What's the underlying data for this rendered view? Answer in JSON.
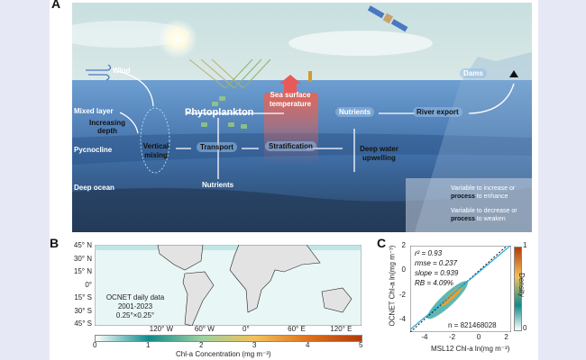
{
  "panels": {
    "a": "A",
    "b": "B",
    "c": "C"
  },
  "panel_a": {
    "wind": "Wind",
    "mixed_layer": "Mixed layer",
    "increasing_depth": "Increasing depth",
    "pycnocline": "Pycnocline",
    "deep_ocean": "Deep ocean",
    "vertical_mixing": "Vertical mixing",
    "phytoplankton": "Phytoplankton",
    "sst": "Sea surface temperature",
    "nutrients_top": "Nutrients",
    "river_export": "River export",
    "dams": "Dams",
    "transport": "Transport",
    "stratification": "Stratification",
    "deep_upwelling": "Deep water upwelling",
    "nutrients_bottom": "Nutrients",
    "legend": {
      "inc_var": "Variable",
      "inc_rest": " to increase or",
      "inc_proc": "process",
      "inc_rest2": " to enhance",
      "dec_var": "Variable",
      "dec_rest": " to decrease or",
      "dec_proc": "process",
      "dec_rest2": " to weaken"
    }
  },
  "panel_b": {
    "lat_ticks": [
      "45° N",
      "30° N",
      "15° N",
      "0°",
      "15° S",
      "30° S",
      "45° S"
    ],
    "lon_ticks": [
      "120° W",
      "60° W",
      "0°",
      "60° E",
      "120° E"
    ],
    "annotation": [
      "OCNET daily data",
      "2001-2023",
      "0.25°×0.25°"
    ],
    "colorbar_ticks": [
      "0",
      "1",
      "2",
      "3",
      "4",
      "5"
    ],
    "colorbar_label": "Chl-a Concentration (mg m⁻³)"
  },
  "chart_data": {
    "type": "scatter",
    "title": "",
    "xlabel": "MSL12 Chl-a ln(mg m⁻³)",
    "ylabel": "OCNET Chl-a ln(mg m⁻³)",
    "xlim": [
      -5,
      2.3
    ],
    "ylim": [
      -5,
      2
    ],
    "xticks": [
      "-4",
      "-2",
      "0",
      "2"
    ],
    "yticks": [
      "2",
      "0",
      "-2",
      "-4"
    ],
    "stats": {
      "r2": "r² = 0.93",
      "rmse": "rmse = 0.237",
      "slope": "slope = 0.939",
      "rb": "RB = 4.09%",
      "n": "n = 821468028"
    },
    "fit_line": {
      "slope": 0.939,
      "intercept": -0.1
    },
    "colorbar": {
      "label": "Density",
      "ticks": [
        "1",
        "0"
      ]
    }
  },
  "colors": {
    "sky": "#cfe3e3",
    "water": "#5f8fc4",
    "deep": "#2f4a6e"
  }
}
